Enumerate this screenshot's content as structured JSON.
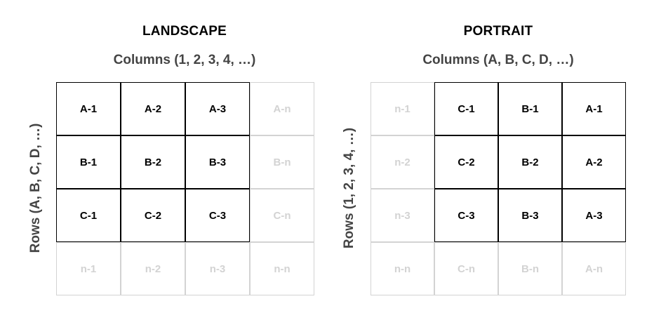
{
  "landscape": {
    "title": "LANDSCAPE",
    "columns_label": "Columns (1, 2, 3, 4, …)",
    "rows_label": "Rows (A, B, C, D, …)",
    "rows": [
      [
        {
          "label": "A-1",
          "active": true
        },
        {
          "label": "A-2",
          "active": true
        },
        {
          "label": "A-3",
          "active": true
        },
        {
          "label": "A-n",
          "active": false
        }
      ],
      [
        {
          "label": "B-1",
          "active": true
        },
        {
          "label": "B-2",
          "active": true
        },
        {
          "label": "B-3",
          "active": true
        },
        {
          "label": "B-n",
          "active": false
        }
      ],
      [
        {
          "label": "C-1",
          "active": true
        },
        {
          "label": "C-2",
          "active": true
        },
        {
          "label": "C-3",
          "active": true
        },
        {
          "label": "C-n",
          "active": false
        }
      ],
      [
        {
          "label": "n-1",
          "active": false
        },
        {
          "label": "n-2",
          "active": false
        },
        {
          "label": "n-3",
          "active": false
        },
        {
          "label": "n-n",
          "active": false
        }
      ]
    ]
  },
  "portrait": {
    "title": "PORTRAIT",
    "columns_label": "Columns (A, B, C, D, …)",
    "rows_label": "Rows (1, 2, 3, 4, …)",
    "rows": [
      [
        {
          "label": "n-1",
          "active": false
        },
        {
          "label": "C-1",
          "active": true
        },
        {
          "label": "B-1",
          "active": true
        },
        {
          "label": "A-1",
          "active": true
        }
      ],
      [
        {
          "label": "n-2",
          "active": false
        },
        {
          "label": "C-2",
          "active": true
        },
        {
          "label": "B-2",
          "active": true
        },
        {
          "label": "A-2",
          "active": true
        }
      ],
      [
        {
          "label": "n-3",
          "active": false
        },
        {
          "label": "C-3",
          "active": true
        },
        {
          "label": "B-3",
          "active": true
        },
        {
          "label": "A-3",
          "active": true
        }
      ],
      [
        {
          "label": "n-n",
          "active": false
        },
        {
          "label": "C-n",
          "active": false
        },
        {
          "label": "B-n",
          "active": false
        },
        {
          "label": "A-n",
          "active": false
        }
      ]
    ]
  },
  "colors": {
    "active_text": "#000000",
    "inactive": "#d3d3d3",
    "axis_label": "#444444"
  }
}
